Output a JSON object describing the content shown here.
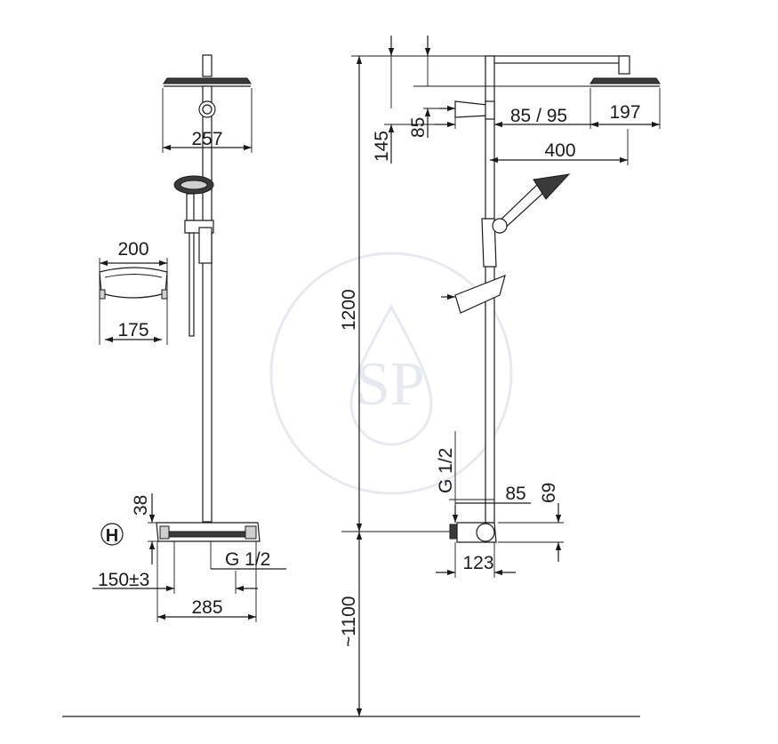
{
  "dimensions": {
    "front_head_width": "257",
    "soap_dish_width_top": "200",
    "soap_dish_width_bottom": "175",
    "mixer_height": "38",
    "front_inlet": "G 1/2",
    "front_spacing": "150±3",
    "mixer_width": "285",
    "head_depth": "85 / 95",
    "head_diameter": "197",
    "offset_85_top": "85",
    "offset_145": "145",
    "arm_length": "400",
    "column_height": "1200",
    "side_inlet": "G 1/2",
    "side_85": "85",
    "side_69": "69",
    "side_123": "123",
    "floor_height": "~1100"
  },
  "icons": {
    "thermostat_symbol": "hot-cold-symbol-icon",
    "watermark": "sp-watermark-icon"
  }
}
